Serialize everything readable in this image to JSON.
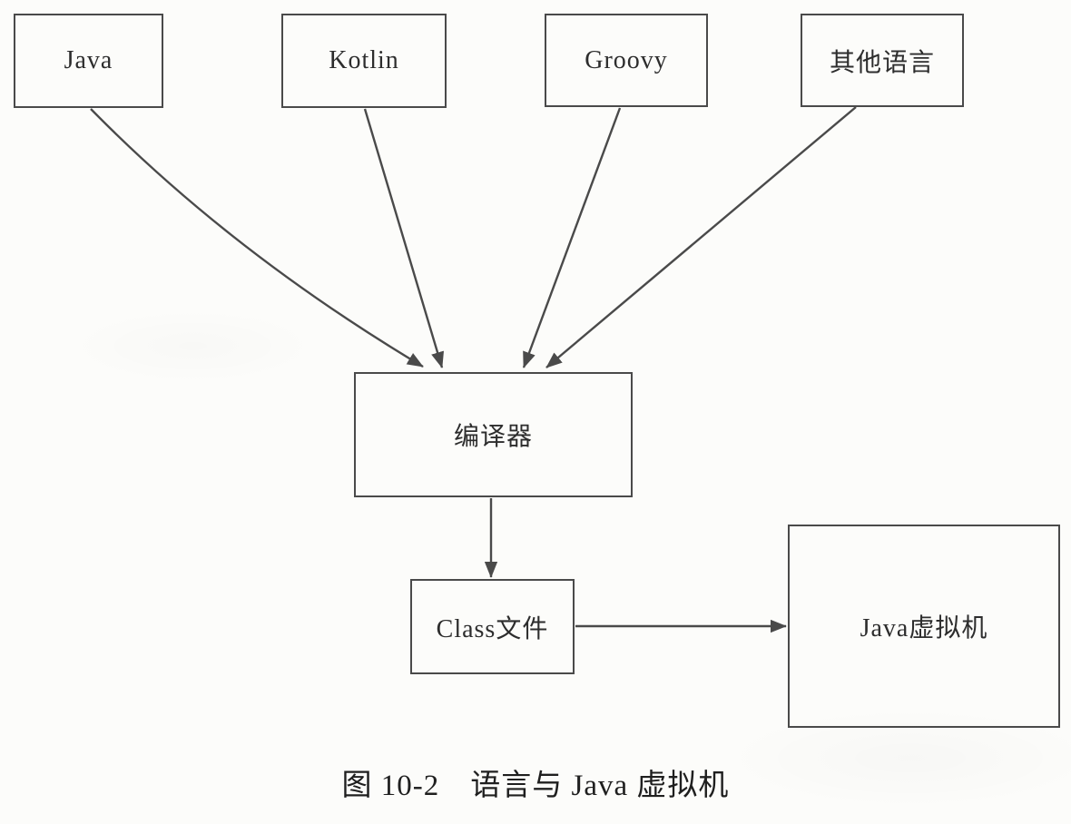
{
  "diagram": {
    "colors": {
      "background": "#fcfcfa",
      "line": "#4a4a4a",
      "text": "#2d2d2d"
    },
    "nodes": {
      "java": {
        "label": "Java"
      },
      "kotlin": {
        "label": "Kotlin"
      },
      "groovy": {
        "label": "Groovy"
      },
      "other": {
        "label": "其他语言"
      },
      "compiler": {
        "label": "编译器"
      },
      "class_file": {
        "label": "Class文件"
      },
      "jvm": {
        "label": "Java虚拟机"
      }
    },
    "edges": [
      {
        "from": "Java",
        "to": "编译器"
      },
      {
        "from": "Kotlin",
        "to": "编译器"
      },
      {
        "from": "Groovy",
        "to": "编译器"
      },
      {
        "from": "其他语言",
        "to": "编译器"
      },
      {
        "from": "编译器",
        "to": "Class文件"
      },
      {
        "from": "Class文件",
        "to": "Java虚拟机"
      }
    ],
    "caption": "图 10-2　语言与 Java 虚拟机"
  }
}
